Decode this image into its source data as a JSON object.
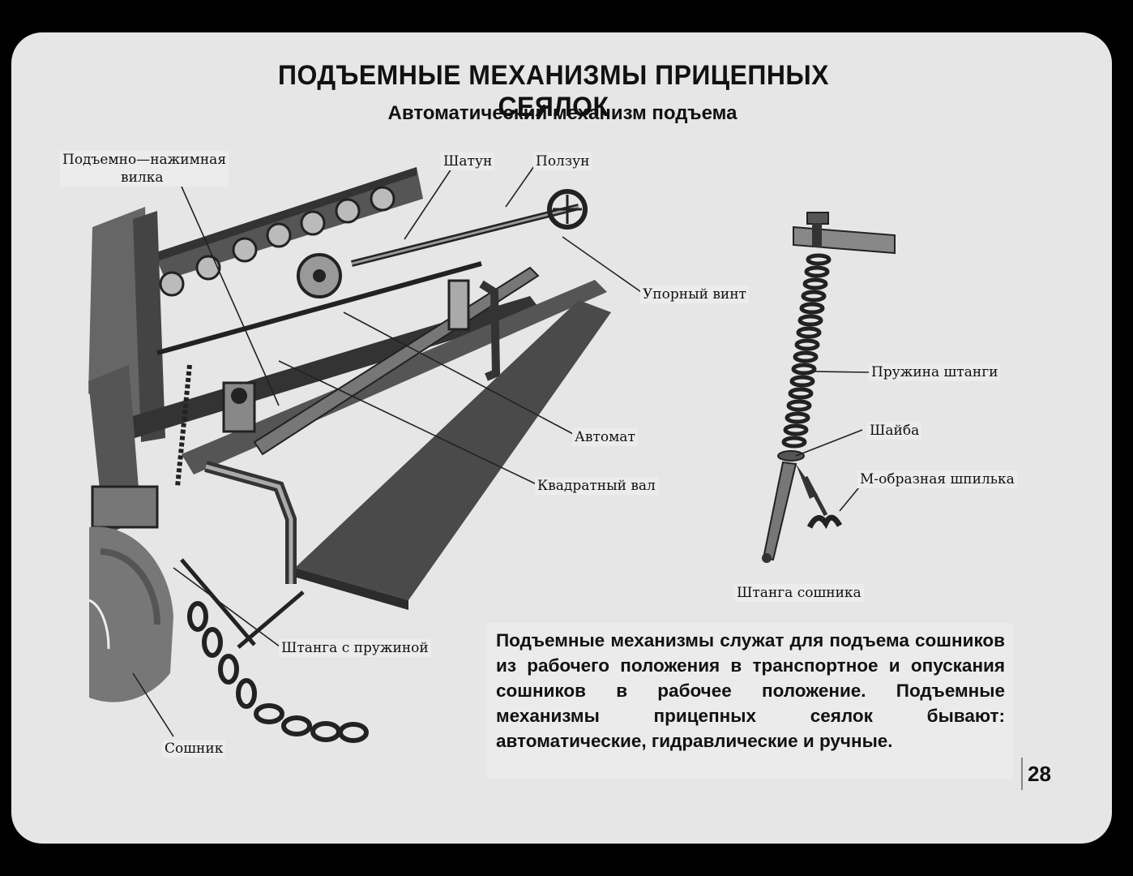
{
  "slide": {
    "title": "ПОДЪЕМНЫЕ МЕХАНИЗМЫ ПРИЦЕПНЫХ СЕЯЛОК",
    "subtitle": "Автоматический механизм подъема",
    "page_number": "28"
  },
  "labels": {
    "fork_line1": "Подъемно—нажимная",
    "fork_line2": "вилка",
    "rod": "Шатун",
    "slider": "Ползун",
    "stop_screw": "Упорный винт",
    "automat": "Автомат",
    "square_shaft": "Квадратный вал",
    "bar_with_spring": "Штанга с пружиной",
    "coulter": "Сошник",
    "bar_spring": "Пружина штанги",
    "washer": "Шайба",
    "m_pin": "М-образная шпилька",
    "coulter_bar": "Штанга сошника"
  },
  "description": "Подъемные механизмы служат для подъема сошников из рабочего положения в транспортное и опускания сошников в рабочее положение. Подъемные механизмы прицепных сеялок бывают: автоматические, гидравлические и ручные."
}
